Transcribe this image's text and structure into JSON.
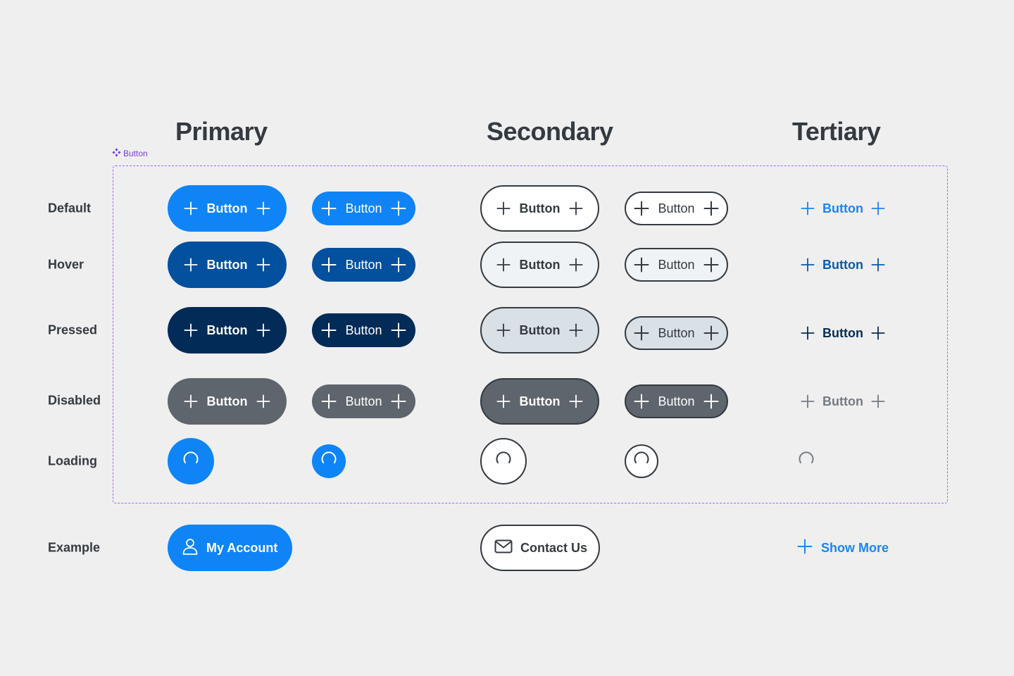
{
  "component_tag": "Button",
  "headings": {
    "primary": "Primary",
    "secondary": "Secondary",
    "tertiary": "Tertiary"
  },
  "row_labels": {
    "default": "Default",
    "hover": "Hover",
    "pressed": "Pressed",
    "disabled": "Disabled",
    "loading": "Loading",
    "example": "Example"
  },
  "button_label": "Button",
  "examples": {
    "primary": "My Account",
    "secondary": "Contact Us",
    "tertiary": "Show More"
  },
  "icons": {
    "leading": "plus-icon",
    "trailing": "plus-icon",
    "loading": "spinner-icon",
    "account": "user-icon",
    "contact": "mail-icon",
    "tag": "component-icon"
  },
  "colors": {
    "background": "#efefef",
    "text_dark": "#343a40",
    "primary_default": "#0e84f7",
    "primary_hover": "#03509e",
    "primary_pressed": "#022b57",
    "disabled": "#5e656c",
    "secondary_default_bg": "#ffffff",
    "secondary_hover_bg": "#eff3f6",
    "secondary_pressed_bg": "#d9e1e7",
    "tertiary_default": "#1a85f2",
    "tertiary_hover": "#0a5bad",
    "tertiary_pressed": "#052f57",
    "tertiary_disabled": "#757b82",
    "frame_border": "#a466f0"
  }
}
